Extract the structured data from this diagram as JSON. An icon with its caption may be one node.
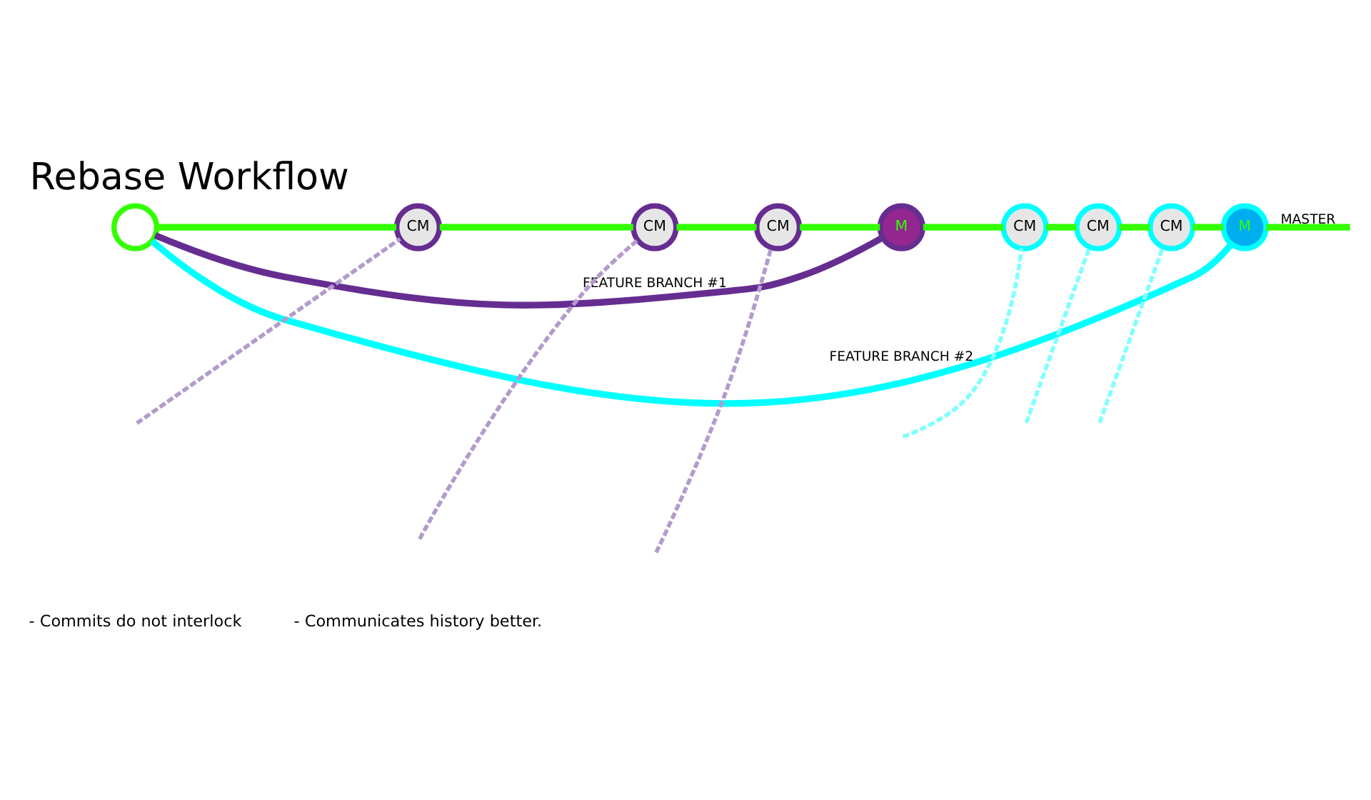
{
  "diagram": {
    "title": "Rebase Workflow",
    "nodes": [
      {
        "text": [],
        "shape": "circle"
      },
      {
        "text": [
          "CM"
        ]
      },
      {
        "text": [
          "CM"
        ]
      },
      {
        "text": [
          "CM"
        ]
      },
      {
        "text": [
          "M"
        ]
      },
      {
        "text": [
          "CM"
        ]
      },
      {
        "text": [
          "CM"
        ]
      },
      {
        "text": [
          "CM"
        ]
      },
      {
        "text": [
          "M"
        ]
      }
    ],
    "edges": [
      {
        "from": 0,
        "to": 1,
        "arrow": "none"
      },
      {
        "from": 1,
        "to": 2,
        "arrow": "none"
      },
      {
        "from": 2,
        "to": 3,
        "arrow": "none"
      },
      {
        "from": 3,
        "to": 4,
        "arrow": "none"
      },
      {
        "from": 4,
        "to": 5,
        "arrow": "none"
      },
      {
        "from": 5,
        "to": 6,
        "arrow": "none"
      },
      {
        "from": 6,
        "to": 7,
        "arrow": "none"
      },
      {
        "from": 7,
        "to": 8,
        "arrow": "none"
      },
      {
        "from": 8,
        "to": null,
        "arrow": "none",
        "label": "MASTER"
      },
      {
        "from": 0,
        "to": 4,
        "arrow": "none",
        "color": "#662d91",
        "label": "FEATURE BRANCH #1"
      },
      {
        "from": 0,
        "to": 8,
        "arrow": "none",
        "color": "#00ffff",
        "label": "FEATURE BRANCH #2"
      },
      {
        "from": null,
        "to": 1,
        "arrow": "none",
        "style": "dashed",
        "color": "#b39bcc"
      },
      {
        "from": null,
        "to": 2,
        "arrow": "none",
        "style": "dashed",
        "color": "#b39bcc"
      },
      {
        "from": null,
        "to": 3,
        "arrow": "none",
        "style": "dashed",
        "color": "#b39bcc"
      },
      {
        "from": null,
        "to": 5,
        "arrow": "none",
        "style": "dashed",
        "color": "#80ffff"
      },
      {
        "from": null,
        "to": 6,
        "arrow": "none",
        "style": "dashed",
        "color": "#80ffff"
      },
      {
        "from": null,
        "to": 7,
        "arrow": "none",
        "style": "dashed",
        "color": "#80ffff"
      }
    ],
    "labels": [
      "- Commits do not interlock",
      "- Communicates history better."
    ]
  }
}
